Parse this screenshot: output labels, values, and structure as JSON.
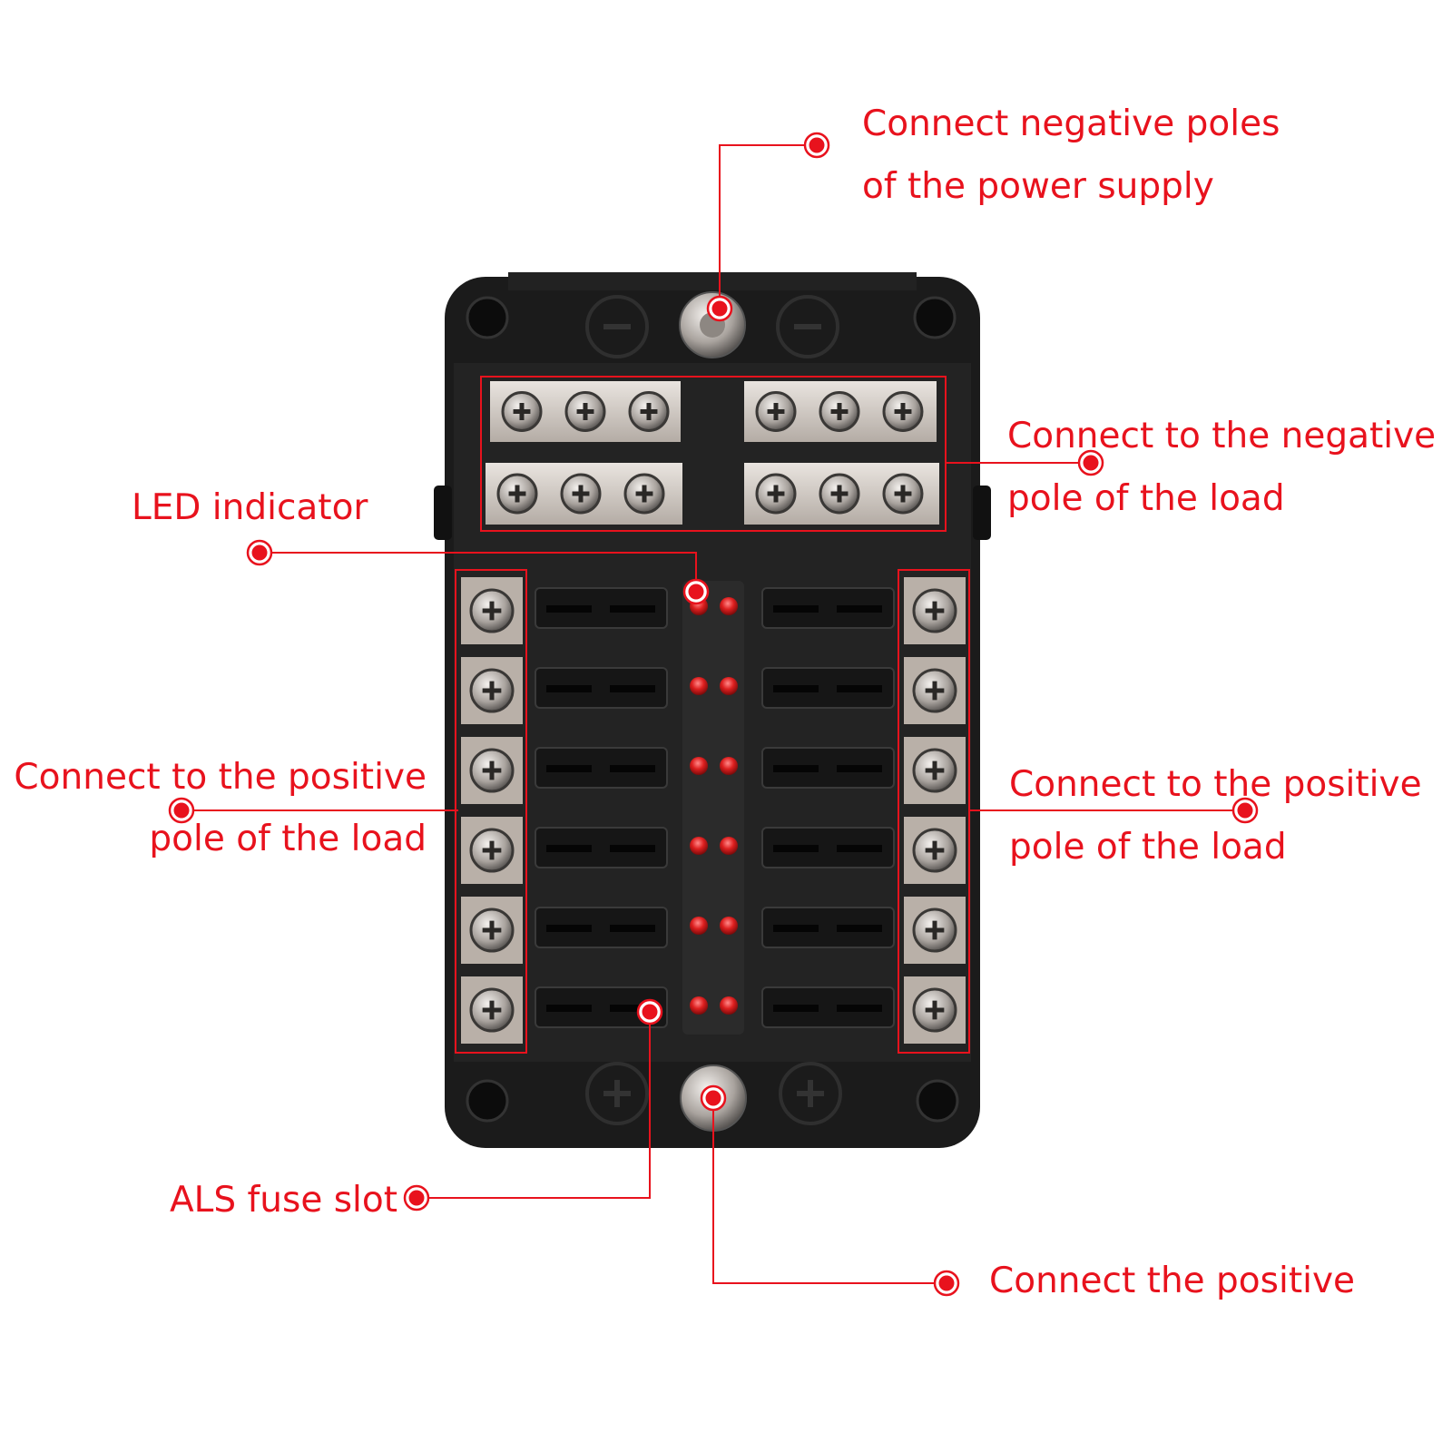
{
  "colors": {
    "accent": "#e8121d",
    "body": "#1c1c1c",
    "metal": "#cfc8c2"
  },
  "callouts": {
    "neg_supply": {
      "line1": "Connect negative poles",
      "line2": "of the power supply"
    },
    "neg_load": {
      "line1": "Connect to the negative",
      "line2": "pole of the load"
    },
    "led": {
      "line1": "LED indicator"
    },
    "pos_load_left": {
      "line1": "Connect to the positive",
      "line2": "pole of the load"
    },
    "pos_load_right": {
      "line1": "Connect to the positive",
      "line2": "pole of the load"
    },
    "fuse_slot": {
      "line1": "ALS fuse slot"
    },
    "pos_supply": {
      "line1": "Connect the positive"
    }
  },
  "device": {
    "fuse_rows": 6,
    "fuse_columns": 2,
    "bus_terminals_per_bar": 3
  }
}
